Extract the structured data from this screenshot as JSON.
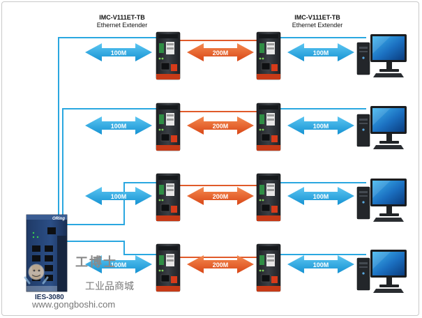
{
  "extender_left": {
    "model": "IMC-V111ET-TB",
    "desc": "Ethernet Extender"
  },
  "extender_right": {
    "model": "IMC-V111ET-TB",
    "desc": "Ethernet Extender"
  },
  "switch": {
    "brand": "ORing",
    "label": "IES-3080"
  },
  "links": {
    "row1": {
      "left": "100M",
      "mid": "200M",
      "right": "100M"
    },
    "row2": {
      "left": "100M",
      "mid": "200M",
      "right": "100M"
    },
    "row3": {
      "left": "100M",
      "mid": "200M",
      "right": "100M"
    },
    "row4": {
      "left": "100M",
      "mid": "200M",
      "right": "100M"
    }
  },
  "watermark": {
    "cn_title": "工博士",
    "cn_sub": "工业品商城",
    "url": "www.gongboshi.com"
  },
  "colors": {
    "copper_link": "#2aa7e0",
    "vdsl_link": "#e05a2a",
    "device_body": "#2b2f33"
  }
}
